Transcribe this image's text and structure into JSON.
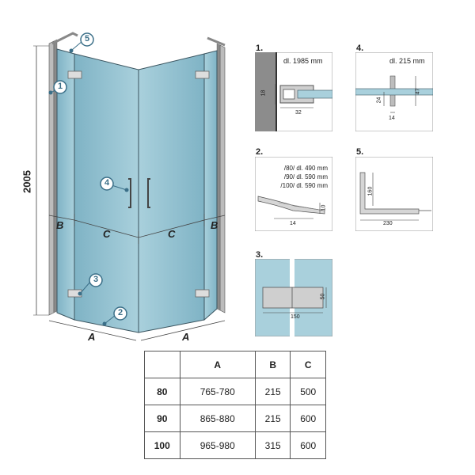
{
  "main_drawing": {
    "height_label": "2005",
    "dim_A_left": "A",
    "dim_A_right": "A",
    "dim_B_left": "B",
    "dim_B_right": "B",
    "dim_C_left": "C",
    "dim_C_right": "C",
    "callouts": [
      "1",
      "2",
      "3",
      "4",
      "5"
    ]
  },
  "details": {
    "d1": {
      "title": "1.",
      "length": "dl. 1985 mm",
      "dim_h": "18",
      "dim_w": "32"
    },
    "d2": {
      "title": "2.",
      "lines": [
        "/80/ dl. 490 mm",
        "/90/ dl. 590 mm",
        "/100/ dl. 590 mm"
      ],
      "dim_h": "10",
      "dim_w": "14"
    },
    "d3": {
      "title": "3.",
      "dim_h": "50",
      "dim_w": "150"
    },
    "d4": {
      "title": "4.",
      "length": "dl. 215 mm",
      "dim_a": "47",
      "dim_b": "24",
      "dim_w": "14"
    },
    "d5": {
      "title": "5.",
      "dim_h": "160",
      "dim_w": "230"
    }
  },
  "table": {
    "headers": [
      "",
      "A",
      "B",
      "C"
    ],
    "rows": [
      [
        "80",
        "765-780",
        "215",
        "500"
      ],
      [
        "90",
        "865-880",
        "215",
        "600"
      ],
      [
        "100",
        "965-980",
        "315",
        "600"
      ]
    ]
  }
}
